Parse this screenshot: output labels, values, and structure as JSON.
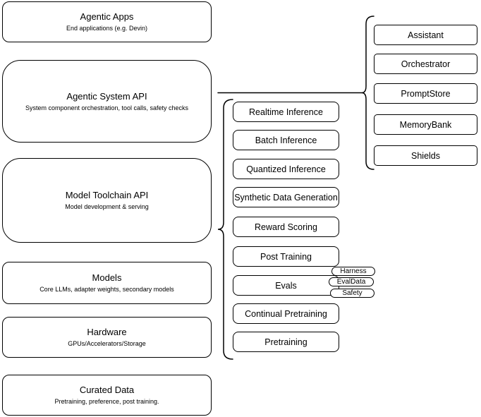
{
  "left_column": [
    {
      "title": "Agentic Apps",
      "subtitle": "End applications (e.g. Devin)"
    },
    {
      "title": "Agentic System API",
      "subtitle": "System component orchestration, tool calls, safety checks"
    },
    {
      "title": "Model Toolchain API",
      "subtitle": "Model development & serving"
    },
    {
      "title": "Models",
      "subtitle": "Core LLMs, adapter weights, secondary models"
    },
    {
      "title": "Hardware",
      "subtitle": "GPUs/Accelerators/Storage"
    },
    {
      "title": "Curated Data",
      "subtitle": "Pretraining, preference, post training."
    }
  ],
  "toolchain_components": [
    "Realtime Inference",
    "Batch Inference",
    "Quantized Inference",
    "Synthetic Data Generation",
    "Reward Scoring",
    "Post Training",
    "Evals",
    "Continual Pretraining",
    "Pretraining"
  ],
  "eval_tags": [
    "Harness",
    "EvalData",
    "Safety"
  ],
  "system_components": [
    "Assistant",
    "Orchestrator",
    "PromptStore",
    "MemoryBank",
    "Shields"
  ],
  "colors": {
    "stroke": "#000000",
    "background": "#ffffff",
    "text": "#000000"
  }
}
